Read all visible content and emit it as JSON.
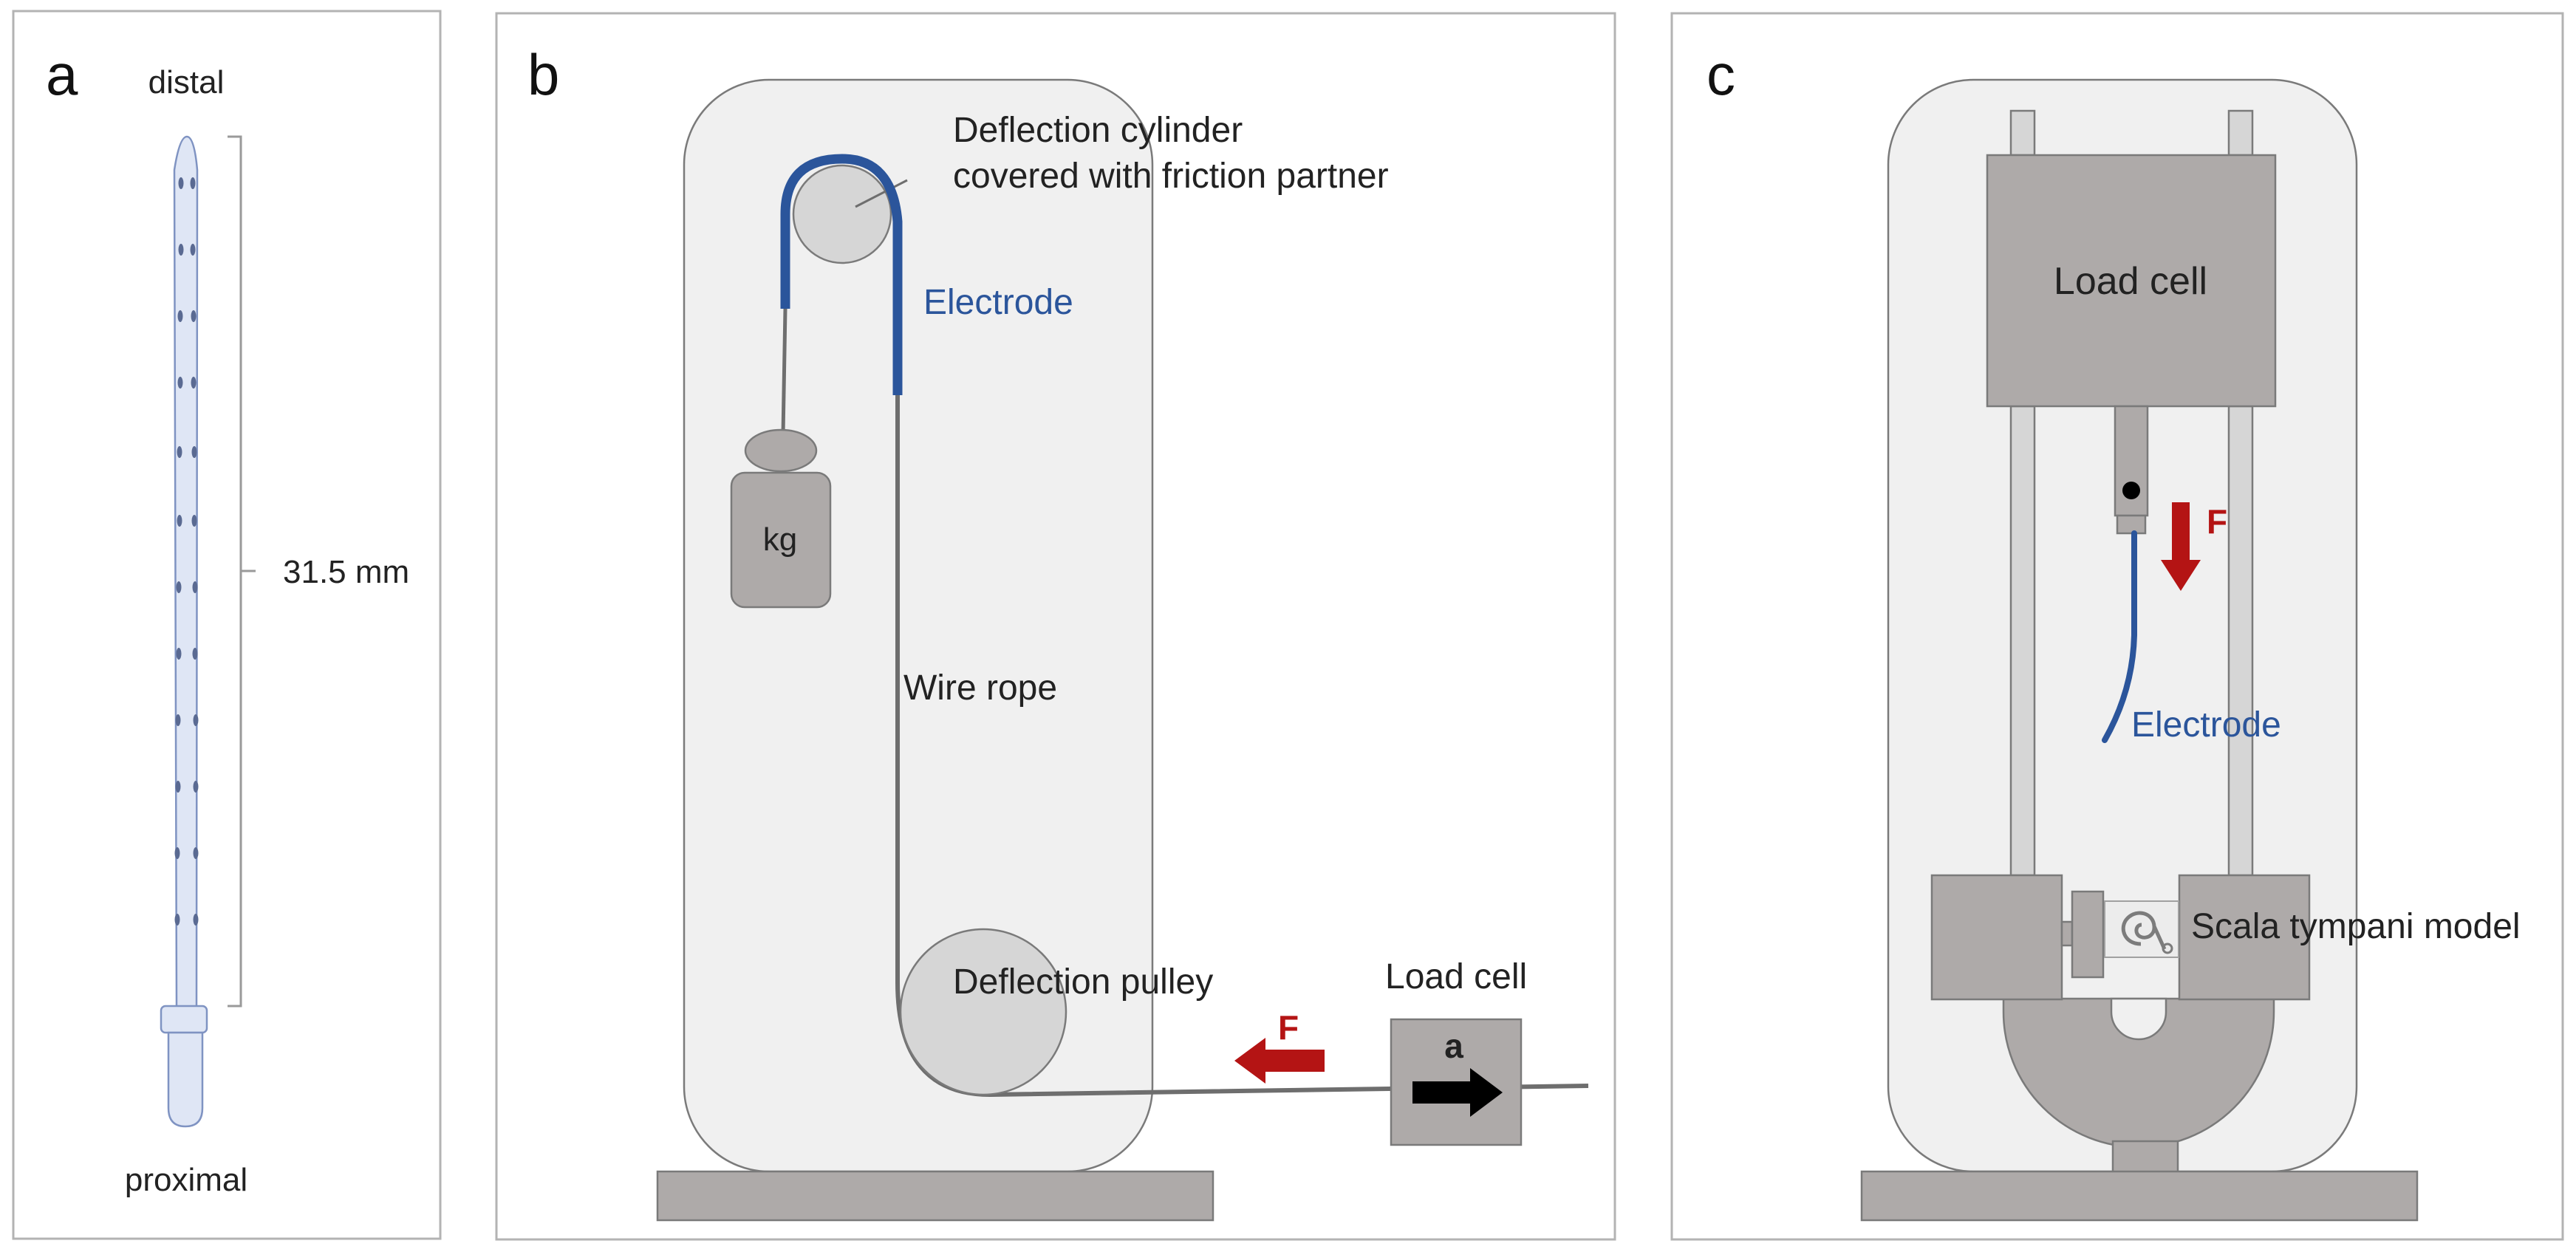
{
  "colors": {
    "electrode": "#2b559b",
    "force_arrow": "#b41414",
    "housing": "#f0f0f0",
    "component": "#aeaaa9",
    "outline": "#7a7a7a",
    "electrode_body": "#dfe6f5"
  },
  "panel_a": {
    "letter": "a",
    "distal": "distal",
    "proximal": "proximal",
    "length": "31.5 mm"
  },
  "panel_b": {
    "letter": "b",
    "deflection_cylinder_line1": "Deflection cylinder",
    "deflection_cylinder_line2": "covered with friction partner",
    "electrode": "Electrode",
    "weight": "kg",
    "wire_rope": "Wire rope",
    "deflection_pulley": "Deflection pulley",
    "load_cell": "Load cell",
    "force": "F",
    "acceleration": "a"
  },
  "panel_c": {
    "letter": "c",
    "load_cell": "Load cell",
    "force": "F",
    "electrode": "Electrode",
    "scala_tympani": "Scala tympani model"
  }
}
